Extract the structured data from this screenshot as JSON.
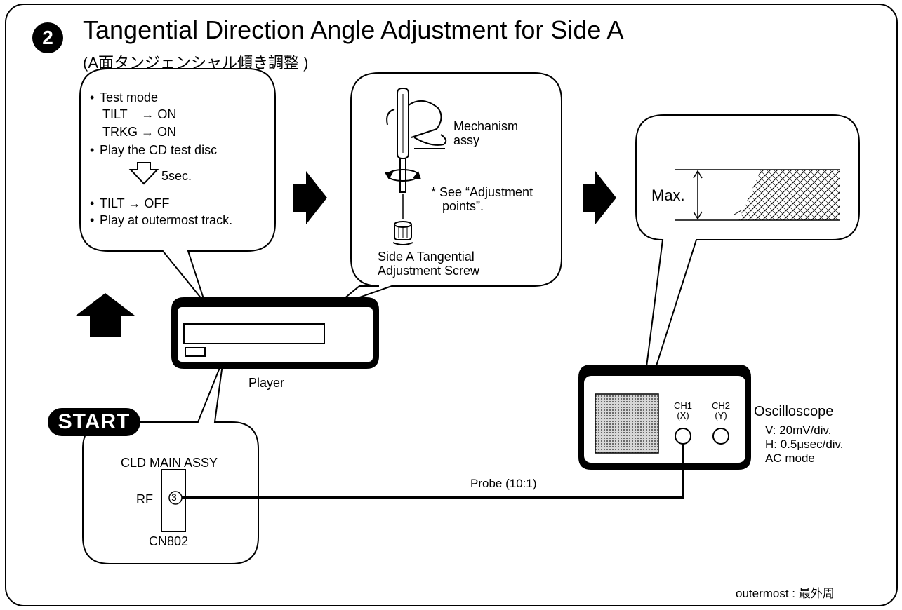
{
  "header": {
    "step_number": "2",
    "title": "Tangential Direction Angle Adjustment for Side A",
    "subtitle": "(A面タンジェンシャル傾き調整 )"
  },
  "procedure_bubble": {
    "line1": "Test mode",
    "line2": "TILT    → ON",
    "line3": "TRKG → ON",
    "line4": "Play the CD test disc",
    "wait_label": "5sec.",
    "line5": "TILT → OFF",
    "line6": "Play at outermost track."
  },
  "adjust_bubble": {
    "mechanism_label_1": "Mechanism",
    "mechanism_label_2": "assy",
    "note_1": "* See “Adjustment",
    "note_2": "points”.",
    "screw_label_1": "Side A Tangential",
    "screw_label_2": "Adjustment Screw"
  },
  "scope_bubble": {
    "max_label": "Max."
  },
  "player": {
    "label": "Player"
  },
  "start_box": {
    "badge": "START",
    "board_label": "CLD MAIN ASSY",
    "pin_label": "RF",
    "pin_number": "3",
    "connector_label": "CN802"
  },
  "probe": {
    "label": "Probe (10:1)"
  },
  "oscilloscope": {
    "ch1_line1": "CH1",
    "ch1_line2": "(X)",
    "ch2_line1": "CH2",
    "ch2_line2": "(Y)",
    "name": "Oscilloscope",
    "setting_v": "V: 20mV/div.",
    "setting_h": "H: 0.5μsec/div.",
    "setting_mode": "AC mode"
  },
  "footnote": "outermost : 最外周"
}
